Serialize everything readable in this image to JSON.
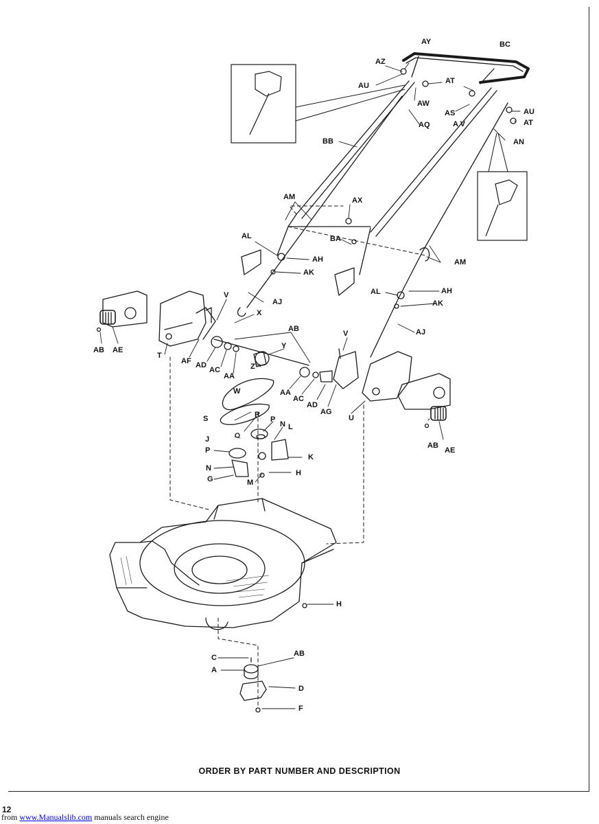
{
  "caption": "ORDER BY PART NUMBER AND DESCRIPTION",
  "page_number": "12",
  "footer": {
    "prefix": "from",
    "link_text": "www.Manualslib.com",
    "suffix": "manuals search engine"
  },
  "part_labels": {
    "ay": "AY",
    "bc": "BC",
    "az": "AZ",
    "au1": "AU",
    "at1": "AT",
    "aw": "AW",
    "as": "AS",
    "av": "A V",
    "au2": "AU",
    "at2": "AT",
    "aq": "AQ",
    "an": "AN",
    "bb": "BB",
    "am1": "AM",
    "ax": "AX",
    "al1": "AL",
    "ba": "BA",
    "ah1": "AH",
    "ak1": "AK",
    "am2": "AM",
    "aj1": "AJ",
    "ah2": "AH",
    "al2": "AL",
    "ak2": "AK",
    "v1": "V",
    "x": "X",
    "ab1": "AB",
    "y": "Y",
    "aj2": "AJ",
    "v2": "V",
    "ab2": "AB",
    "ae1": "AE",
    "t": "T",
    "af": "AF",
    "ad1": "AD",
    "ac1": "AC",
    "aa1": "AA",
    "z": "Z",
    "w": "W",
    "aa2": "AA",
    "ac2": "AC",
    "ad2": "AD",
    "ag": "AG",
    "u": "U",
    "s": "S",
    "r": "R",
    "p1": "P",
    "n1": "N",
    "l": "L",
    "j": "J",
    "p2": "P",
    "k": "K",
    "n2": "N",
    "g": "G",
    "m": "M",
    "h1": "H",
    "ab3": "AB",
    "ae2": "AE",
    "h2": "H",
    "c": "C",
    "ab4": "AB",
    "a": "A",
    "d": "D",
    "f": "F"
  }
}
